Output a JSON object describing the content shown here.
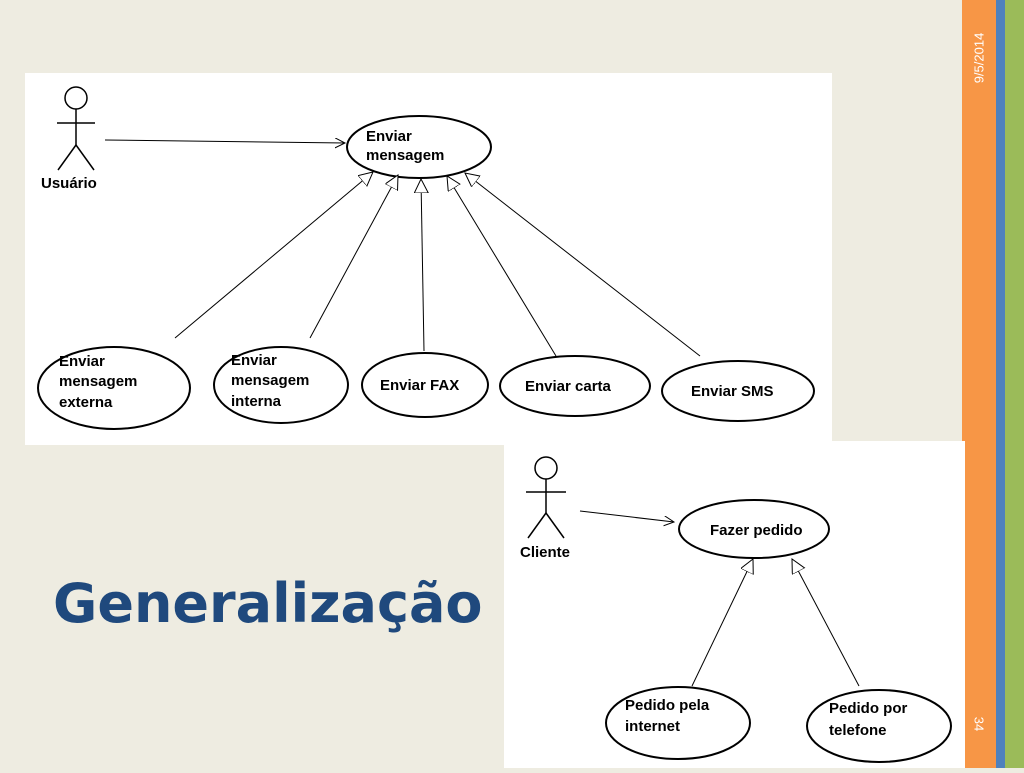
{
  "slide": {
    "date": "9/5/2014",
    "page_number": "34",
    "title": "Generalização"
  },
  "diagram1": {
    "actor": "Usuário",
    "main_use_case": [
      "Enviar",
      "mensagem"
    ],
    "specializations": {
      "externa": [
        "Enviar",
        "mensagem",
        "externa"
      ],
      "interna": [
        "Enviar",
        "mensagem",
        "interna"
      ],
      "fax": [
        "Enviar FAX"
      ],
      "carta": [
        "Enviar carta"
      ],
      "sms": [
        "Enviar SMS"
      ]
    }
  },
  "diagram2": {
    "actor": "Cliente",
    "main_use_case": [
      "Fazer pedido"
    ],
    "specializations": {
      "internet": [
        "Pedido pela",
        "internet"
      ],
      "telefone": [
        "Pedido por",
        "telefone"
      ]
    }
  },
  "colors": {
    "background": "#eeece1",
    "title": "#1f497d",
    "stripe_orange": "#f79646",
    "stripe_blue": "#4f81bd",
    "stripe_green": "#9bbb59"
  }
}
